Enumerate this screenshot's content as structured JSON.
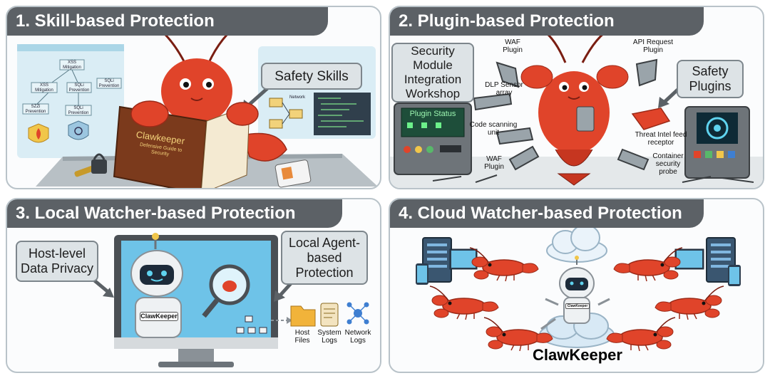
{
  "panels": [
    {
      "title": "1. Skill-based Protection",
      "callouts": [
        "Safety Skills"
      ],
      "book_title": "Clawkeeper",
      "book_subtitle": "Defensive Guide to Security",
      "screen_left": [
        "XSS Mitigation",
        "XSS Mitigation",
        "SQLi Prevention",
        "SQLi Prevention",
        "SZZi Prevention",
        "SQLi Prevention"
      ],
      "screen_right": [
        "Network"
      ]
    },
    {
      "title": "2. Plugin-based Protection",
      "callouts": [
        "Security Module Integration Workshop",
        "Safety Plugins"
      ],
      "monitor_label": "Plugin Status",
      "tool_labels": [
        "WAF Plugin",
        "API Request Plugin",
        "DLP Sensor array",
        "Code scanning unit",
        "Threat Intel feed receptor",
        "WAF Plugin",
        "Container security probe"
      ]
    },
    {
      "title": "3. Local Watcher-based Protection",
      "callouts": [
        "Host-level Data Privacy",
        "Local Agent-based Protection"
      ],
      "robot_badge": "ClawKeeper",
      "file_labels": [
        "Host Files",
        "System Logs",
        "Network Logs"
      ]
    },
    {
      "title": "4. Cloud Watcher-based Protection",
      "robot_badge": "ClawKeeper",
      "brand": "ClawKeeper"
    }
  ],
  "colors": {
    "header_bg": "#5c6166",
    "panel_border": "#b9c3c9",
    "callout_bg": "#dde3e6",
    "lobster": "#e0442a",
    "screen": "#6ec3e8"
  }
}
